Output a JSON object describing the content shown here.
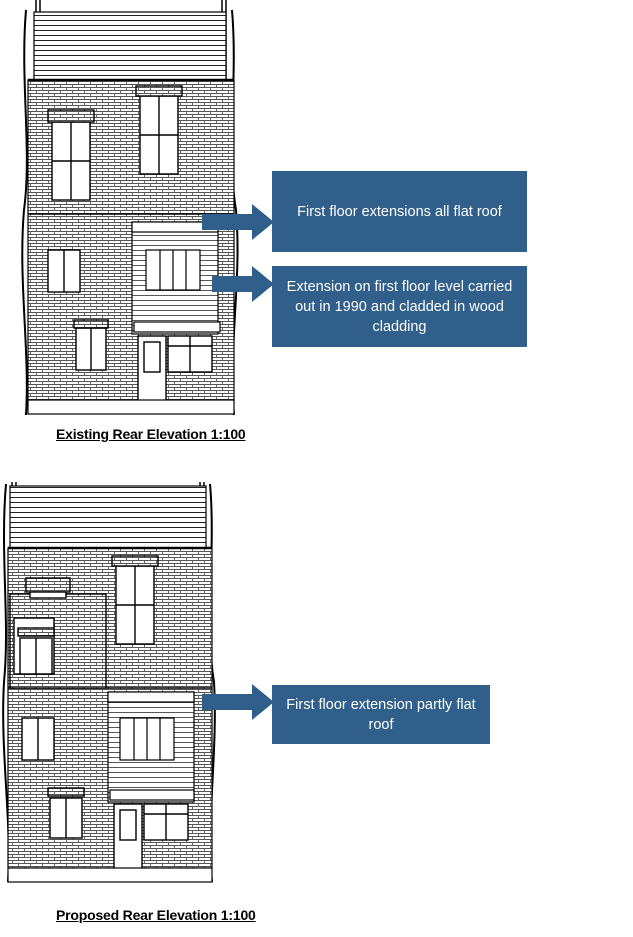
{
  "existing": {
    "caption": "Existing Rear Elevation 1:100",
    "callouts": [
      {
        "text": "First floor extensions all flat roof"
      },
      {
        "text": "Extension on first floor level carried out in 1990 and cladded in wood cladding"
      }
    ]
  },
  "proposed": {
    "caption": "Proposed Rear Elevation 1:100",
    "callouts": [
      {
        "text": "First floor extension partly flat roof"
      }
    ]
  },
  "colors": {
    "callout_fill": "#2f5f8a",
    "callout_text": "#ffffff",
    "line": "#000000",
    "brick": "#777777"
  }
}
